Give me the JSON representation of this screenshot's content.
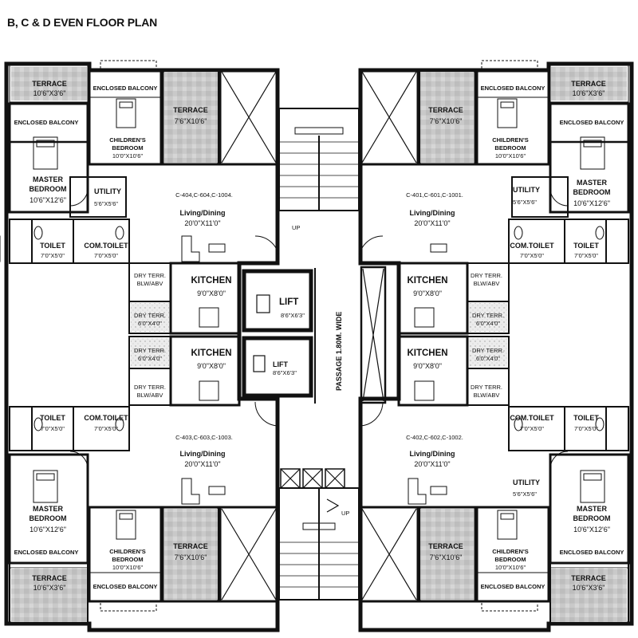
{
  "title": "B, C & D EVEN FLOOR PLAN",
  "passage_label": "PASSAGE 1.80M. WIDE",
  "up_label": "UP",
  "lift": {
    "name": "LIFT",
    "dim": "8'6\"X6'3\""
  },
  "units": {
    "tl": {
      "unit_nos": "C-404,C-604,C-1004.",
      "terrace_small": {
        "name": "TERRACE",
        "dim": "10'6\"X3'6\""
      },
      "enclosed_balcony_master": "ENCLOSED BALCONY",
      "enclosed_balcony_child": "ENCLOSED BALCONY",
      "children_bedroom": {
        "line1": "CHILDREN'S",
        "line2": "BEDROOM",
        "dim": "10'0\"X10'6\""
      },
      "terrace_big": {
        "name": "TERRACE",
        "dim": "7'6\"X10'6\""
      },
      "master_bedroom": {
        "line1": "MASTER",
        "line2": "BEDROOM",
        "dim": "10'6\"X12'6\""
      },
      "utility": {
        "name": "UTILITY",
        "dim": "5'6\"X5'6\""
      },
      "living": {
        "name": "Living/Dining",
        "dim": "20'0\"X11'0\""
      },
      "toilet": {
        "name": "TOILET",
        "dim": "7'0\"X5'0\""
      },
      "com_toilet": {
        "name": "COM.TOILET",
        "dim": "7'0\"X5'0\""
      },
      "kitchen": {
        "name": "KITCHEN",
        "dim": "9'0\"X8'0\""
      },
      "dry_terr_above": {
        "line1": "DRY TERR.",
        "line2": "BLW/ABV"
      },
      "dry_terr": {
        "name": "DRY TERR.",
        "dim": "6'0\"X4'0\""
      }
    },
    "tr": {
      "unit_nos": "C-401,C-601,C-1001.",
      "terrace_small": {
        "name": "TERRACE",
        "dim": "10'6\"X3'6\""
      },
      "enclosed_balcony_master": "ENCLOSED BALCONY",
      "enclosed_balcony_child": "ENCLOSED BALCONY",
      "children_bedroom": {
        "line1": "CHILDREN'S",
        "line2": "BEDROOM",
        "dim": "10'0\"X10'6\""
      },
      "terrace_big": {
        "name": "TERRACE",
        "dim": "7'6\"X10'6\""
      },
      "master_bedroom": {
        "line1": "MASTER",
        "line2": "BEDROOM",
        "dim": "10'6\"X12'6\""
      },
      "utility": {
        "name": "UTILITY",
        "dim": "5'6\"X5'6\""
      },
      "living": {
        "name": "Living/Dining",
        "dim": "20'0\"X11'0\""
      },
      "toilet": {
        "name": "TOILET",
        "dim": "7'0\"X5'0\""
      },
      "com_toilet": {
        "name": "COM.TOILET",
        "dim": "7'0\"X5'0\""
      },
      "kitchen": {
        "name": "KITCHEN",
        "dim": "9'0\"X8'0\""
      },
      "dry_terr_above": {
        "line1": "DRY TERR.",
        "line2": "BLW/ABV"
      },
      "dry_terr": {
        "name": "DRY TERR.",
        "dim": "6'0\"X4'0\""
      }
    },
    "bl": {
      "unit_nos": "C-403,C-603,C-1003.",
      "terrace_small": {
        "name": "TERRACE",
        "dim": "10'6\"X3'6\""
      },
      "enclosed_balcony_master": "ENCLOSED BALCONY",
      "enclosed_balcony_child": "ENCLOSED BALCONY",
      "children_bedroom": {
        "line1": "CHILDREN'S",
        "line2": "BEDROOM",
        "dim": "10'0\"X10'6\""
      },
      "terrace_big": {
        "name": "TERRACE",
        "dim": "7'6\"X10'6\""
      },
      "master_bedroom": {
        "line1": "MASTER",
        "line2": "BEDROOM",
        "dim": "10'6\"X12'6\""
      },
      "living": {
        "name": "Living/Dining",
        "dim": "20'0\"X11'0\""
      },
      "toilet": {
        "name": "TOILET",
        "dim": "7'0\"X5'0\""
      },
      "com_toilet": {
        "name": "COM.TOILET",
        "dim": "7'0\"X5'0\""
      },
      "kitchen": {
        "name": "KITCHEN",
        "dim": "9'0\"X8'0\""
      },
      "dry_terr_above": {
        "line1": "DRY TERR.",
        "line2": "BLW/ABV"
      },
      "dry_terr": {
        "name": "DRY TERR.",
        "dim": "6'0\"X4'0\""
      }
    },
    "br": {
      "unit_nos": "C-402,C-602,C-1002.",
      "terrace_small": {
        "name": "TERRACE",
        "dim": "10'6\"X3'6\""
      },
      "enclosed_balcony_master": "ENCLOSED BALCONY",
      "enclosed_balcony_child": "ENCLOSED BALCONY",
      "children_bedroom": {
        "line1": "CHILDREN'S",
        "line2": "BEDROOM",
        "dim": "10'0\"X10'6\""
      },
      "terrace_big": {
        "name": "TERRACE",
        "dim": "7'6\"X10'6\""
      },
      "master_bedroom": {
        "line1": "MASTER",
        "line2": "BEDROOM",
        "dim": "10'6\"X12'6\""
      },
      "utility": {
        "name": "UTILITY",
        "dim": "5'6\"X5'6\""
      },
      "living": {
        "name": "Living/Dining",
        "dim": "20'0\"X11'0\""
      },
      "toilet": {
        "name": "TOILET",
        "dim": "7'0\"X5'0\""
      },
      "com_toilet": {
        "name": "COM.TOILET",
        "dim": "7'0\"X5'0\""
      },
      "kitchen": {
        "name": "KITCHEN",
        "dim": "9'0\"X8'0\""
      },
      "dry_terr_above": {
        "line1": "DRY TERR.",
        "line2": "BLW/ABV"
      },
      "dry_terr": {
        "name": "DRY TERR.",
        "dim": "6'0\"X4'0\""
      }
    }
  }
}
